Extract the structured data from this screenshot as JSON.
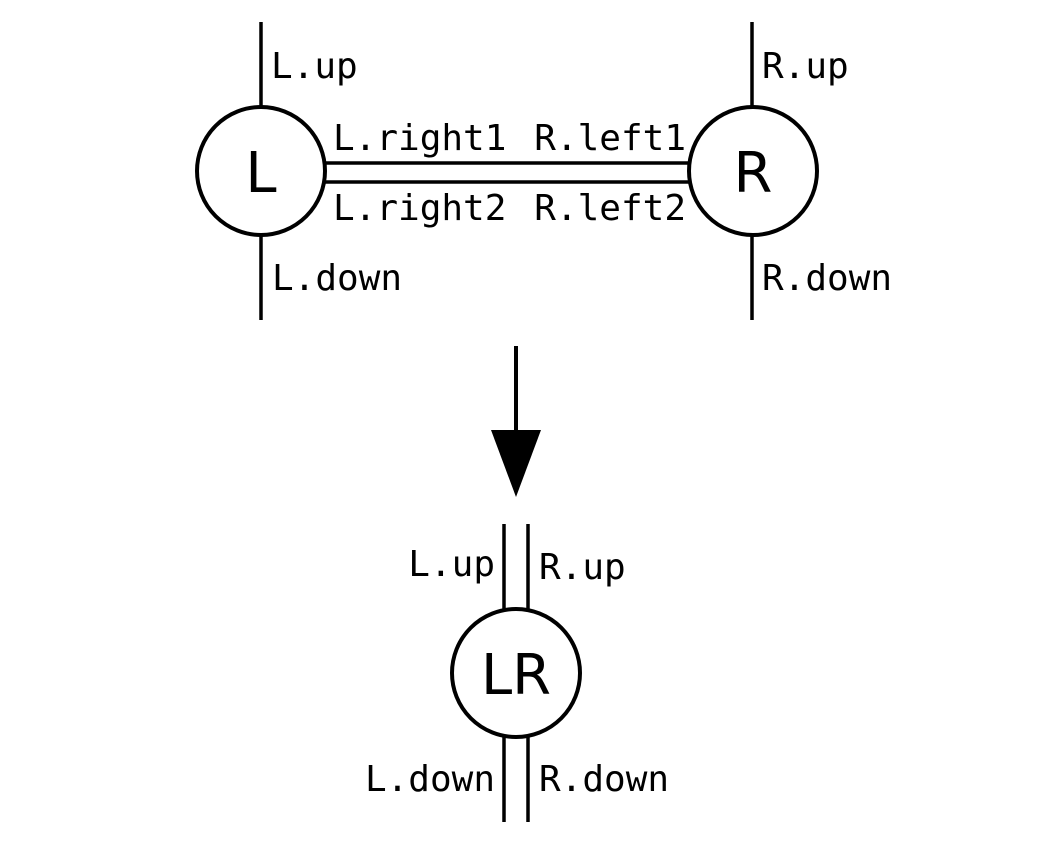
{
  "before": {
    "left_node": {
      "label": "L",
      "ports": {
        "up": "L.up",
        "down": "L.down",
        "right1": "L.right1",
        "right2": "L.right2"
      }
    },
    "right_node": {
      "label": "R",
      "ports": {
        "up": "R.up",
        "down": "R.down",
        "left1": "R.left1",
        "left2": "R.left2"
      }
    }
  },
  "after": {
    "merged_node": {
      "label": "LR",
      "ports": {
        "l_up": "L.up",
        "r_up": "R.up",
        "l_down": "L.down",
        "r_down": "R.down"
      }
    }
  },
  "colors": {
    "stroke": "#000000",
    "background": "#ffffff"
  }
}
